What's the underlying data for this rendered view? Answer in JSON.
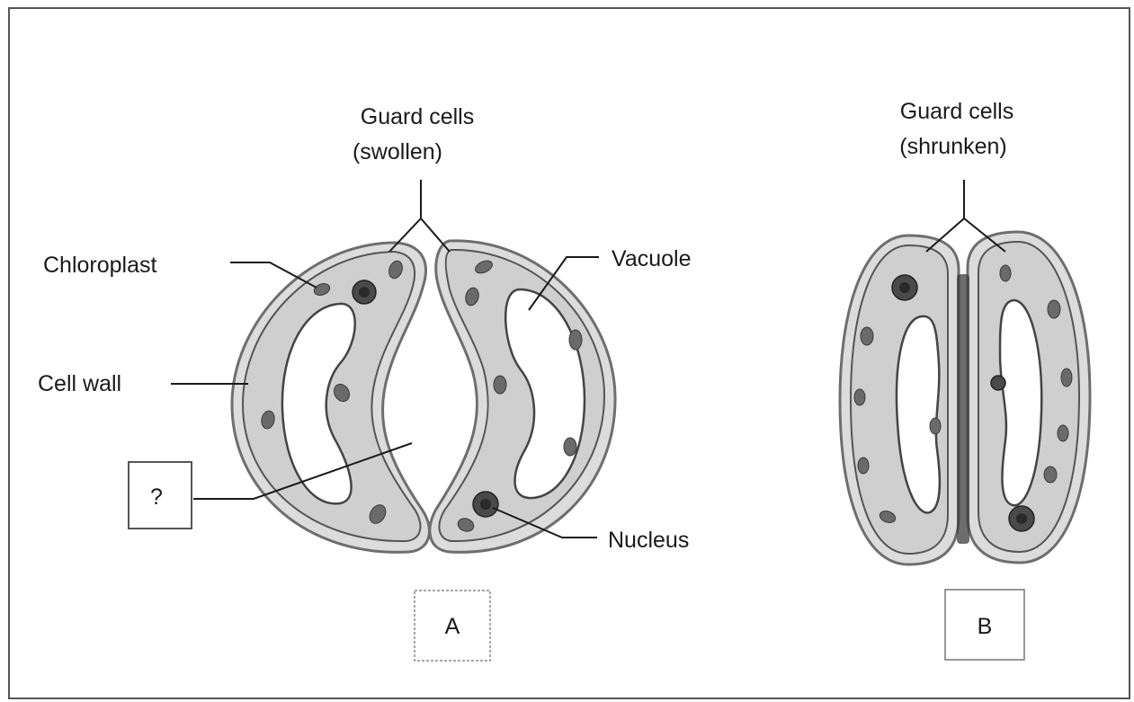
{
  "diagram": {
    "label_guard_swollen_line1": "Guard cells",
    "label_guard_swollen_line2": "(swollen)",
    "label_guard_shrunken_line1": "Guard cells",
    "label_guard_shrunken_line2": "(shrunken)",
    "label_chloroplast": "Chloroplast",
    "label_vacuole": "Vacuole",
    "label_cell_wall": "Cell wall",
    "label_nucleus": "Nucleus",
    "label_unknown": "?",
    "label_A": "A",
    "label_B": "B"
  },
  "colors": {
    "ink": "#1a1a1a",
    "cell_fill": "#cfcfcf",
    "wall_fill": "#dcdcdc",
    "organelle": "#6a6a6a"
  }
}
